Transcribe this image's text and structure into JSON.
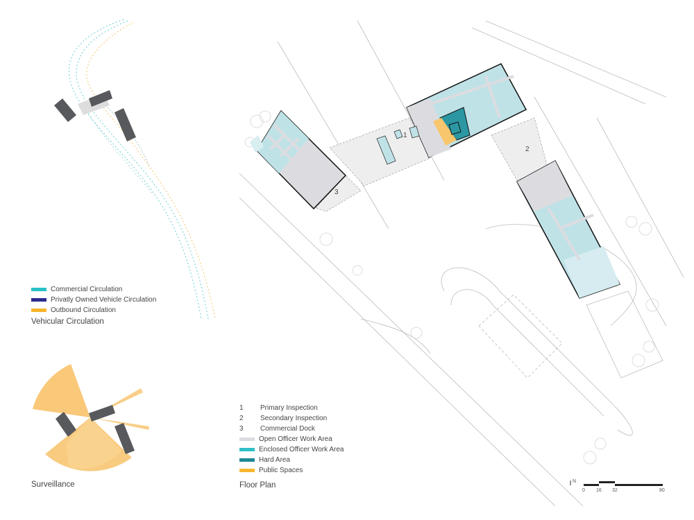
{
  "colors": {
    "commercial": "#29c1c6",
    "pov": "#2b2c8c",
    "outbound": "#f7b52b",
    "open_office": "#dcdce0",
    "enclosed_office": "#2fc0c6",
    "hard_area": "#1f8895",
    "public": "#f8b630",
    "plan_enclosed_fill": "#bfe2e7",
    "plan_hard_fill": "#2b97a3",
    "plan_public_fill": "#f8c66d",
    "building_dark": "#58595c",
    "surveillance": "#f8c26a"
  },
  "vehicular": {
    "legend": [
      {
        "label": "Commercial Circulation",
        "color_key": "commercial"
      },
      {
        "label": "Privatly Owned Vehicle Circulation",
        "color_key": "pov"
      },
      {
        "label": "Outbound Circulation",
        "color_key": "outbound"
      }
    ],
    "caption": "Vehicular Circulation"
  },
  "surveillance": {
    "caption": "Surveillance"
  },
  "floor_plan": {
    "labels": [
      {
        "num": "1",
        "label": "Primary Inspection"
      },
      {
        "num": "2",
        "label": "Secondary Inspection"
      },
      {
        "num": "3",
        "label": "Commercial Dock"
      }
    ],
    "legend": [
      {
        "label": "Open Officer Work Area",
        "color_key": "open_office"
      },
      {
        "label": "Enclosed Officer Work Area",
        "color_key": "enclosed_office"
      },
      {
        "label": "Hard Area",
        "color_key": "hard_area"
      },
      {
        "label": "Public Spaces",
        "color_key": "public"
      }
    ],
    "caption": "Floor Plan",
    "plan_markers": [
      "1",
      "2",
      "3"
    ]
  },
  "scale_bar": {
    "north": "N",
    "ticks": [
      "0",
      "16",
      "32",
      "80"
    ]
  }
}
